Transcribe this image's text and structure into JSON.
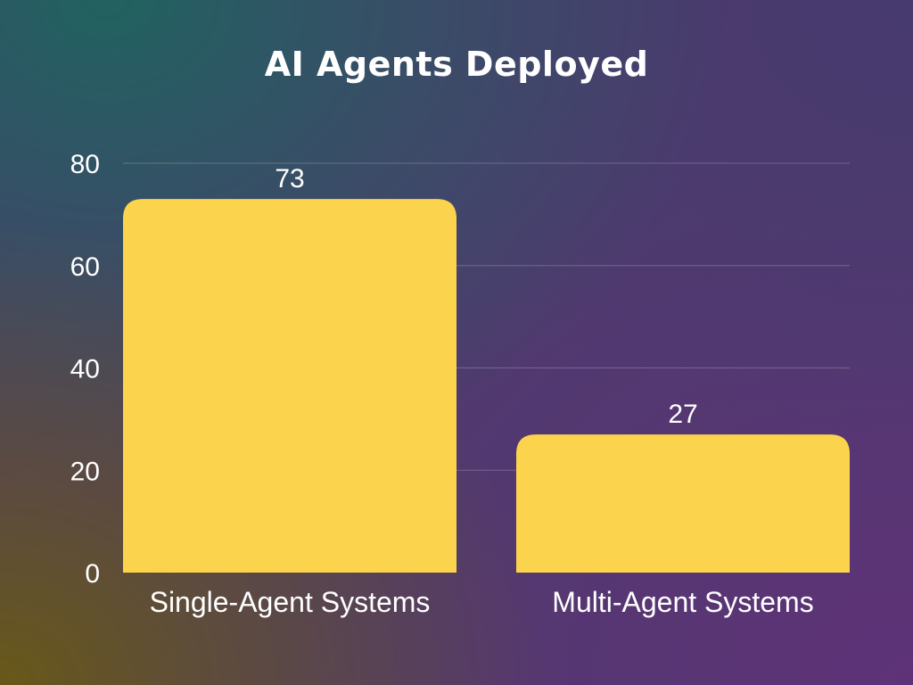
{
  "chart_data": {
    "type": "bar",
    "title": "AI Agents Deployed",
    "categories": [
      "Single-Agent Systems",
      "Multi-Agent Systems"
    ],
    "values": [
      73,
      27
    ],
    "data_labels": [
      "73",
      "27"
    ],
    "ylim": [
      0,
      80
    ],
    "yticks": [
      0,
      20,
      40,
      60,
      80
    ],
    "ytick_labels": [
      "0",
      "20",
      "40",
      "60",
      "80"
    ],
    "xlabel": "",
    "ylabel": "",
    "grid": true,
    "legend": "none",
    "colors": {
      "bar": "#fcd34d",
      "text": "#ffffff"
    }
  }
}
